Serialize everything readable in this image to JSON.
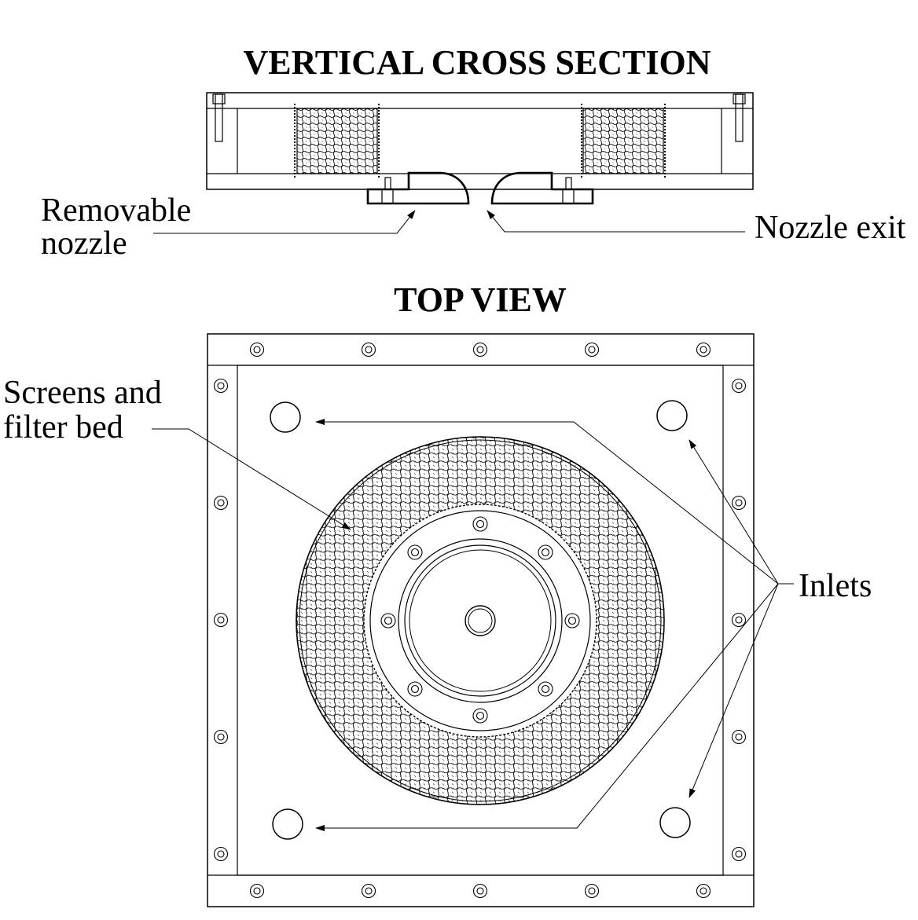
{
  "titles": {
    "section": "VERTICAL CROSS SECTION",
    "top": "TOP VIEW"
  },
  "labels": {
    "removable_line1": "Removable",
    "removable_line2": "nozzle",
    "nozzle_exit": "Nozzle exit",
    "screens_line1": "Screens and",
    "screens_line2": "filter bed",
    "inlets": "Inlets"
  }
}
